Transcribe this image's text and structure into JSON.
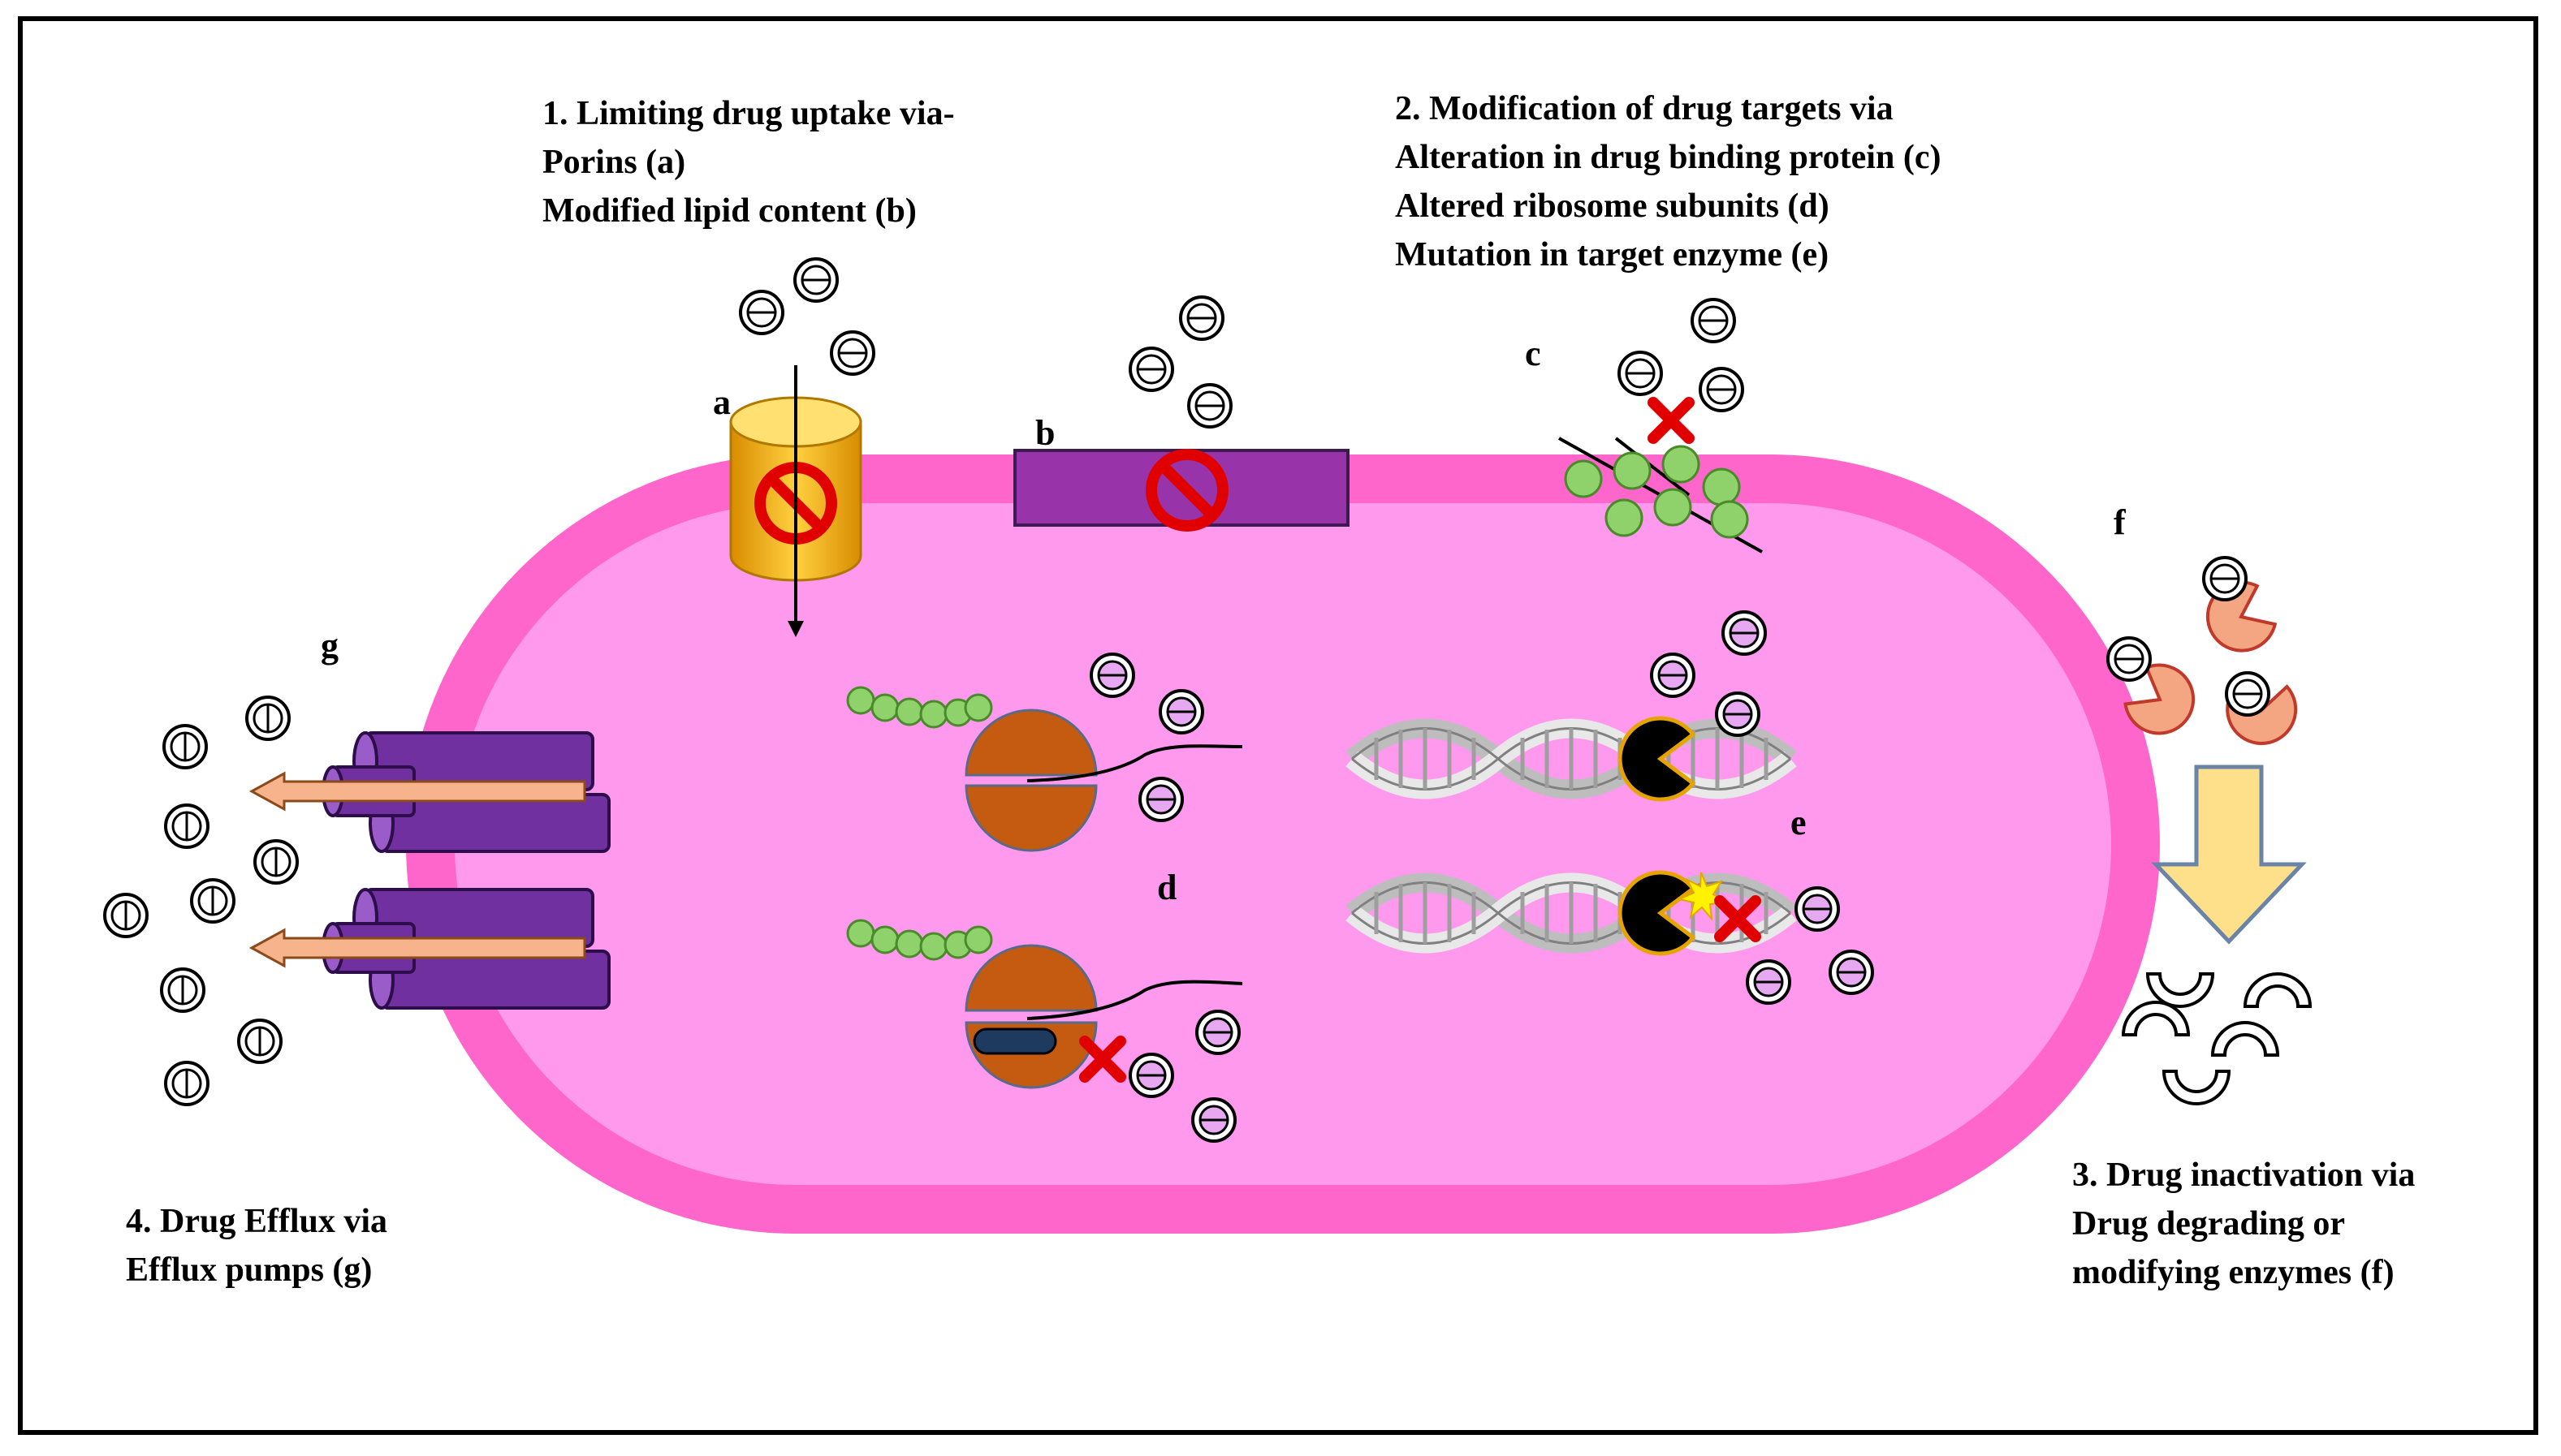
{
  "mechanisms": [
    {
      "number": "1.",
      "title": "Limiting drug uptake via-",
      "items": [
        "Porins (a)",
        "Modified lipid content (b)"
      ]
    },
    {
      "number": "2.",
      "title": "Modification of drug targets via",
      "items": [
        "Alteration in drug binding protein (c)",
        "Altered ribosome subunits (d)",
        "Mutation in target enzyme (e)"
      ]
    },
    {
      "number": "3.",
      "title": "Drug inactivation via",
      "items": [
        "Drug degrading or",
        "modifying enzymes (f)"
      ]
    },
    {
      "number": "4.",
      "title": "Drug Efflux via",
      "items": [
        "Efflux pumps (g)"
      ]
    }
  ],
  "labels": {
    "a": "a",
    "b": "b",
    "c": "c",
    "d": "d",
    "e": "e",
    "f": "f",
    "g": "g"
  },
  "colors": {
    "outer_membrane": "#ff66cc",
    "cytoplasm": "#ff99ee",
    "porin": "#f5b400",
    "lipid_block": "#9933aa",
    "efflux_pump": "#7030a0",
    "ribosome": "#c55a11",
    "peptide_bead": "#8fd16a",
    "prohibit_sign": "#e00000",
    "block_x": "#e00000",
    "enzyme": "#f4a582",
    "arrow_down": "#ffe08a",
    "efflux_arrow": "#f7b48c"
  }
}
